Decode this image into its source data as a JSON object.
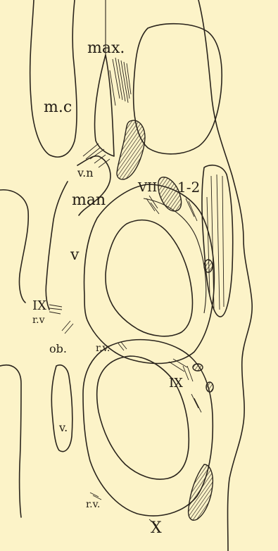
{
  "labels": {
    "max": "max.",
    "mc": "m.c",
    "vn": "v.n",
    "man": "man",
    "vii": "VII",
    "one_two": "1-2",
    "v_upper": "v",
    "ix_left": "IX",
    "rv_left": "r.v",
    "ob": "ob.",
    "rv_mid": "r.v.",
    "ix_right": "IX",
    "v_lower": "v.",
    "rv_lower": "r.v.",
    "x": "X"
  }
}
